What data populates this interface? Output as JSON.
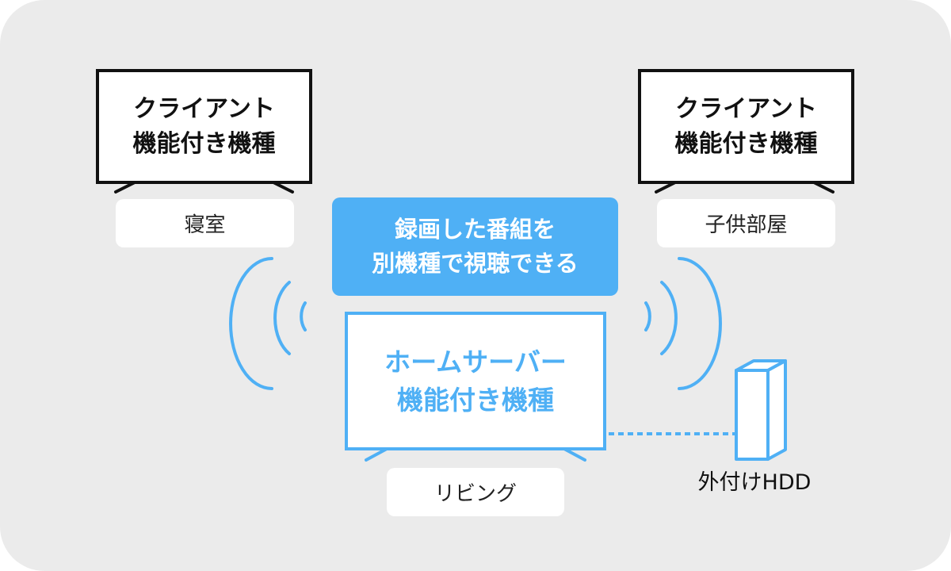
{
  "colors": {
    "background": "#ebebeb",
    "accent": "#4fb0f5",
    "client_border": "#111111",
    "panel": "#ffffff"
  },
  "clients": [
    {
      "line1": "クライアント",
      "line2": "機能付き機種",
      "room": "寝室"
    },
    {
      "line1": "クライアント",
      "line2": "機能付き機種",
      "room": "子供部屋"
    }
  ],
  "callout": {
    "line1": "録画した番組を",
    "line2": "別機種で視聴できる"
  },
  "server": {
    "line1": "ホームサーバー",
    "line2": "機能付き機種",
    "room": "リビング"
  },
  "hdd": {
    "label": "外付けHDD"
  }
}
